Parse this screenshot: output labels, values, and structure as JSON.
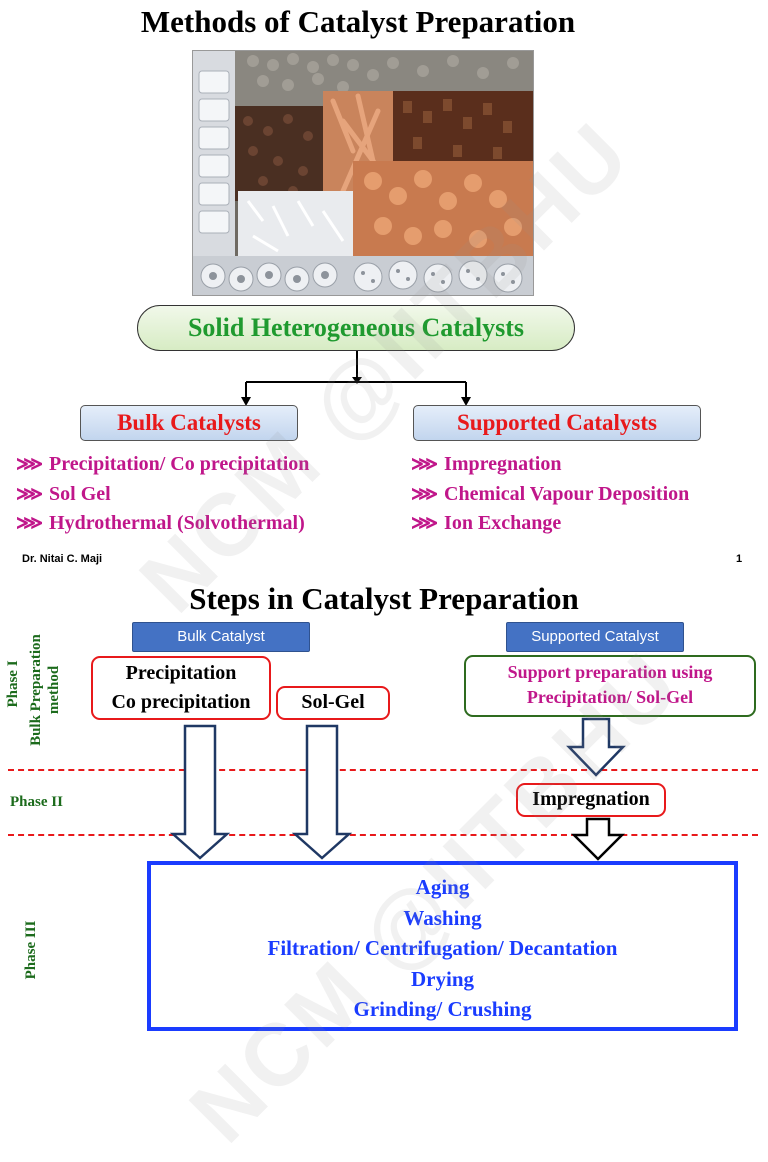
{
  "slide1": {
    "title": "Methods of Catalyst Preparation",
    "root": "Solid Heterogeneous Catalysts",
    "bulk": {
      "label": "Bulk Catalysts",
      "methods": [
        "Precipitation/ Co precipitation",
        "Sol Gel",
        "Hydrothermal (Solvothermal)"
      ]
    },
    "supported": {
      "label": "Supported Catalysts",
      "methods": [
        "Impregnation",
        "Chemical Vapour Deposition",
        "Ion Exchange"
      ]
    },
    "author": "Dr. Nitai C. Maji",
    "page_number": "1"
  },
  "slide2": {
    "title": "Steps in Catalyst Preparation",
    "tags": {
      "bulk": "Bulk Catalyst",
      "supported": "Supported Catalyst"
    },
    "phases": {
      "phase1": "Phase I",
      "phase1_sub1": "Bulk Preparation",
      "phase1_sub2": "method",
      "phase2": "Phase II",
      "phase3": "Phase III"
    },
    "boxes": {
      "precip_line1": "Precipitation",
      "precip_line2": "Co precipitation",
      "solgel": "Sol-Gel",
      "support_line1": "Support preparation using",
      "support_line2": "Precipitation/ Sol-Gel",
      "impregnation": "Impregnation"
    },
    "steps": [
      "Aging",
      "Washing",
      "Filtration/ Centrifugation/ Decantation",
      "Drying",
      "Grinding/ Crushing"
    ]
  },
  "watermark": "NCM @IITBHU",
  "colors": {
    "green_text": "#1f9a2f",
    "red_text": "#e8191b",
    "magenta_text": "#c0168a",
    "blue_box": "#1a3cff",
    "tag_blue": "#4472c4",
    "phase_green": "#1c6b1c"
  },
  "icons": {
    "bullet": "arrow-bullet-icon"
  }
}
